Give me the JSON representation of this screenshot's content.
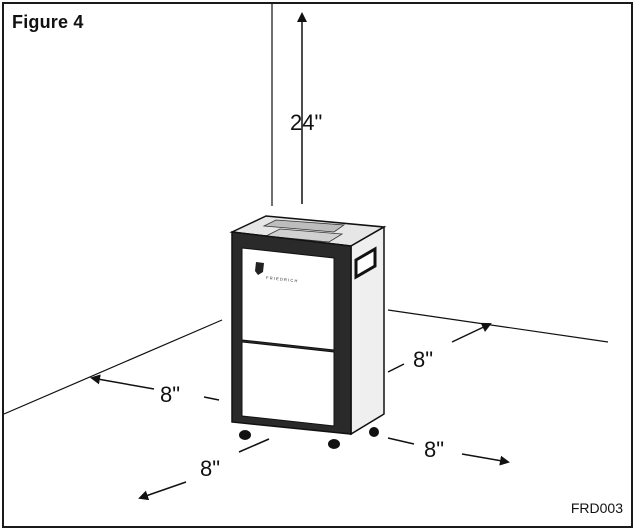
{
  "figure": {
    "title": "Figure 4",
    "code": "FRD003"
  },
  "clearances": {
    "top": "24\"",
    "back": "8\"",
    "left": "8\"",
    "front": "8\"",
    "right": "8\""
  },
  "unit": {
    "brand": "FRIEDRICH"
  }
}
